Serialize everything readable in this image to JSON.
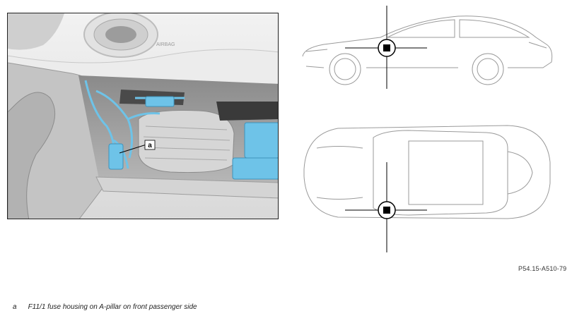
{
  "figure": {
    "reference_code": "P54.15-A510-79",
    "callout_letter": "a",
    "legend": [
      {
        "key": "a",
        "text": "F11/1 fuse housing on A-pillar on front passenger side"
      }
    ]
  },
  "photo": {
    "airbag_label": "AIRBAG"
  },
  "colors": {
    "highlight_blue": "#6ec3e8",
    "outline": "#222222",
    "car_line": "#9a9a9a"
  }
}
